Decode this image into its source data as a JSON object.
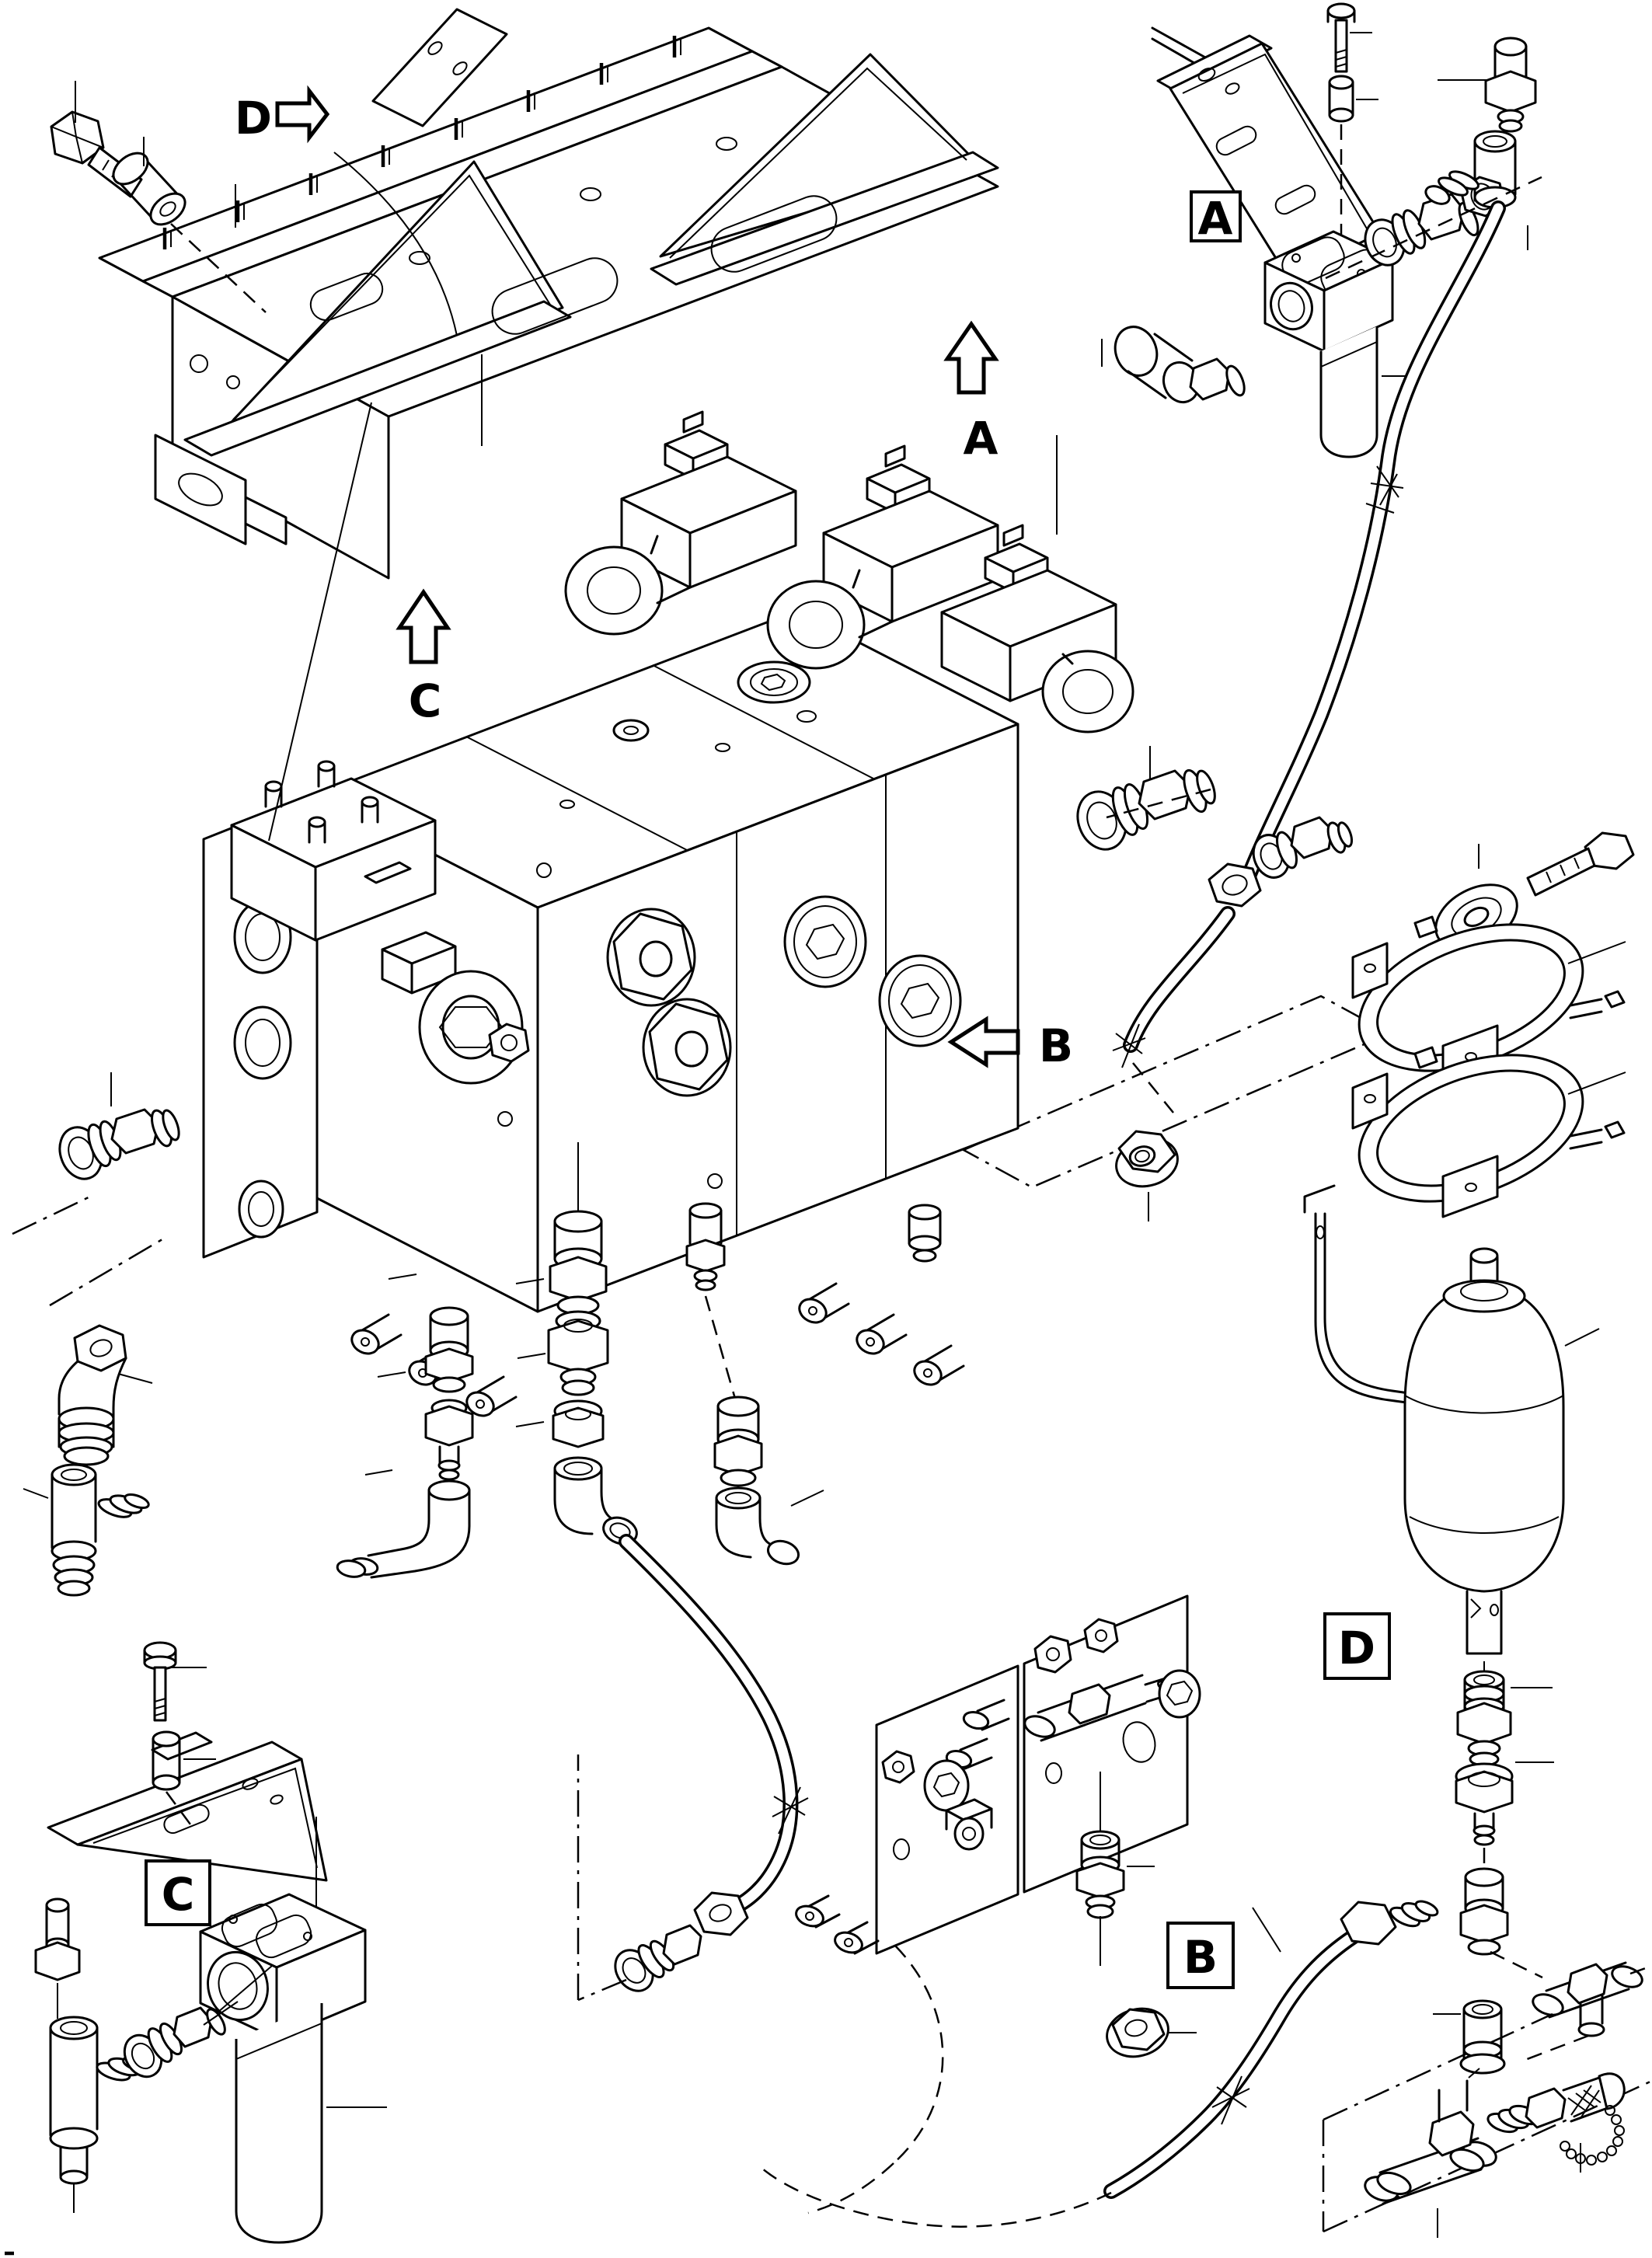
{
  "page": {
    "background": "#ffffff",
    "line_color": "#000000",
    "description": "Exploded parts line diagram of a hydraulic valve installation: mounting frame, solenoid valve block, pressure filters, accumulator with clamps, hoses and fittings. Detail views marked A, B, C, D."
  },
  "labels": {
    "boxed_a": "A",
    "boxed_b": "B",
    "boxed_c": "C",
    "boxed_d": "D",
    "arrow_a": "A",
    "arrow_b": "B",
    "arrow_c": "C",
    "arrow_d": "D"
  },
  "view_arrows": [
    {
      "letter": "D",
      "direction": "right"
    },
    {
      "letter": "A",
      "direction": "up"
    },
    {
      "letter": "C",
      "direction": "up"
    },
    {
      "letter": "B",
      "direction": "left"
    }
  ],
  "components": [
    "mounting-frame-rail",
    "frame-side-plate",
    "support-gusset-left",
    "support-gusset-right",
    "hex-bolt-with-spacer-top-left",
    "filter-bracket-a",
    "filter-head-a",
    "filter-bowl-a",
    "plug-fitting-a",
    "tee-fitting-a",
    "straight-adapter-a",
    "hex-nut-a",
    "elbow-fitting-a",
    "main-valve-block",
    "pilot-valve-block",
    "solenoid-valve-1",
    "solenoid-valve-2",
    "solenoid-valve-3",
    "solenoid-coil-front",
    "hex-plugs",
    "socket-plugs",
    "port-fitting-columns",
    "left-straight-adapter",
    "left-elbow-fitting",
    "left-tee-fitting",
    "braided-hose-upper",
    "flange-locknut",
    "washer",
    "clamp-hex-bolt",
    "accumulator-clamp-upper",
    "accumulator-clamp-lower",
    "support-strap",
    "accumulator",
    "accumulator-nipple",
    "accumulator-locknut",
    "union-fitting-right",
    "tee-fitting-right-edge",
    "lower-manifold-plate",
    "cartridge-valve",
    "union-fitting-below-manifold",
    "hose-lower-center",
    "hose-lower-right",
    "tee-fitting-bottom-right",
    "test-point-coupling-with-chained-cap",
    "filter-bracket-c",
    "hex-bolt-with-spacer-bottom-left",
    "filter-head-c",
    "filter-bowl-c",
    "stud-fitting-c",
    "tee-fitting-c",
    "union-adapter-c"
  ]
}
